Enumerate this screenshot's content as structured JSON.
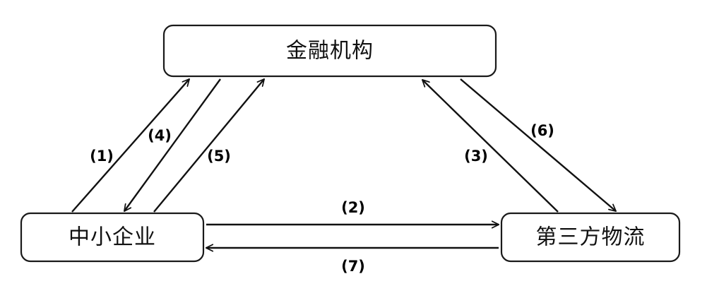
{
  "diagram": {
    "type": "flow-diagram",
    "title": "",
    "background_color": "#ffffff",
    "line_color": "#111111",
    "text_color": "#111111",
    "nodes": [
      {
        "id": "financial-institution",
        "label": "金融机构",
        "position": "top-center"
      },
      {
        "id": "sme",
        "label": "中小企业",
        "position": "bottom-left"
      },
      {
        "id": "third-party-logistics",
        "label": "第三方物流",
        "position": "bottom-right"
      }
    ],
    "flows": [
      {
        "id": "flow-1",
        "label": "(1)",
        "from": "sme",
        "to": "financial-institution",
        "direction": "up"
      },
      {
        "id": "flow-2",
        "label": "(2)",
        "from": "sme",
        "to": "third-party-logistics",
        "direction": "right"
      },
      {
        "id": "flow-3",
        "label": "(3)",
        "from": "third-party-logistics",
        "to": "financial-institution",
        "direction": "up-left"
      },
      {
        "id": "flow-4",
        "label": "(4)",
        "from": "financial-institution",
        "to": "sme",
        "direction": "down"
      },
      {
        "id": "flow-5",
        "label": "(5)",
        "from": "sme",
        "to": "financial-institution",
        "direction": "up"
      },
      {
        "id": "flow-6",
        "label": "(6)",
        "from": "financial-institution",
        "to": "third-party-logistics",
        "direction": "down-right"
      },
      {
        "id": "flow-7",
        "label": "(7)",
        "from": "third-party-logistics",
        "to": "sme",
        "direction": "left"
      }
    ]
  }
}
